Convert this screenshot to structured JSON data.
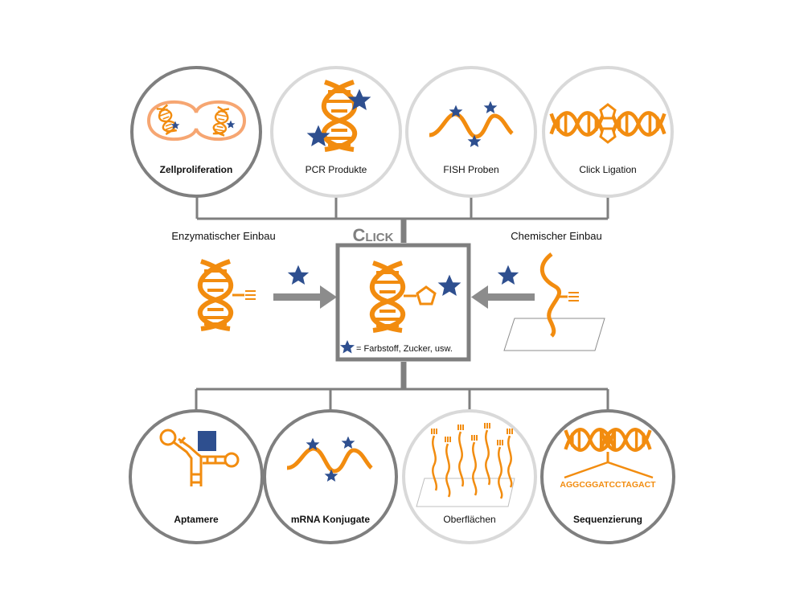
{
  "colors": {
    "orange": "#F28C0F",
    "orange_light": "#F6A672",
    "blue": "#2E4F8F",
    "gray_dark": "#7F7F7F",
    "gray_mid": "#8C8C8C",
    "gray_light": "#D9D9D9"
  },
  "top_row": [
    {
      "label": "Zellproliferation",
      "icon": "cell-division-icon"
    },
    {
      "label": "PCR Produkte",
      "icon": "dna-stars-icon"
    },
    {
      "label": "FISH Proben",
      "icon": "probe-wave-icon"
    },
    {
      "label": "Click Ligation",
      "icon": "ligation-icon"
    }
  ],
  "bottom_row": [
    {
      "label": "Aptamere",
      "icon": "aptamer-icon"
    },
    {
      "label": "mRNA Konjugate",
      "icon": "mrna-wave-icon"
    },
    {
      "label": "Oberflächen",
      "icon": "surface-strands-icon"
    },
    {
      "label": "Sequenzierung",
      "icon": "sequencing-icon"
    }
  ],
  "center": {
    "title": "Click",
    "legend": "= Farbstoff, Zucker, usw."
  },
  "left": {
    "label": "Enzymatischer Einbau"
  },
  "right": {
    "label": "Chemischer Einbau"
  },
  "sequence_text": "AGGCGGATCCTAGACT"
}
